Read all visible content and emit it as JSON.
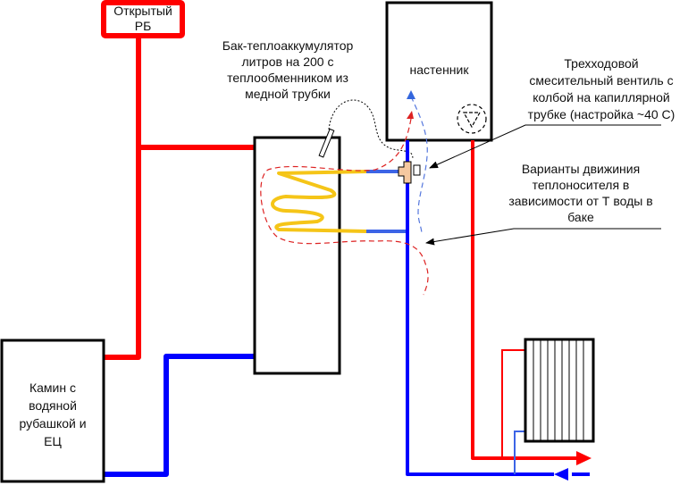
{
  "diagram": {
    "title": "Схема подключения бака-теплоаккумулятора",
    "colors": {
      "supply_hot": "#ff0000",
      "return_cold": "#0000ff",
      "coil": "#f5c518",
      "coil_pipe": "#3c64e6",
      "valve_body": "#f5c8a0",
      "outline": "#000000",
      "flow_hot_dashed": "#dd2222",
      "flow_cold_dashed": "#5577dd"
    },
    "nodes": {
      "expansion_tank": {
        "label": "Открытый\nРБ"
      },
      "wall_boiler": {
        "label": "настенник"
      },
      "fireplace": {
        "label": "Камин с\nводяной\nрубашкой и\nЕЦ"
      },
      "buffer_tank": {
        "label": ""
      },
      "radiator": {
        "label": ""
      }
    },
    "annotations": {
      "tank_note": "Бак-теплоаккумулятор\nлитров на 200 с\nтеплообменником из\nмедной трубки",
      "valve_note": "Трехходовой\nсмесительный вентиль с\nколбой на капиллярной\nтрубке (настройка ~40 С)",
      "flow_note": "Варианты движиния\nтеплоносителя в\nзависимости от Т воды в\nбаке"
    },
    "icons": {
      "pump": "pump-triangle-icon",
      "valve": "three-way-valve-icon",
      "sensor": "capillary-bulb-icon",
      "supply_arrow": "arrow-right-icon",
      "return_arrow": "arrow-left-icon"
    }
  }
}
